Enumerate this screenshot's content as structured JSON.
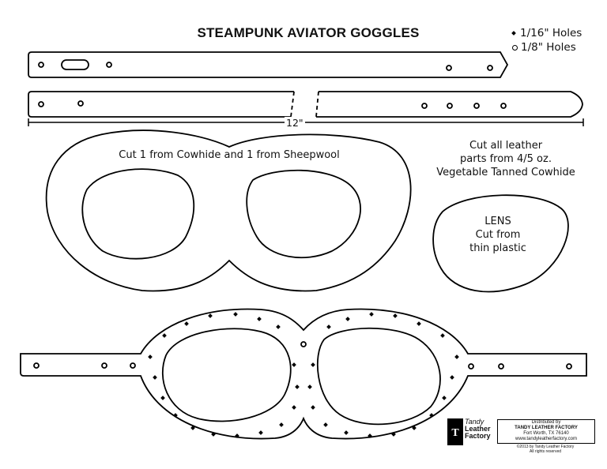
{
  "title": "STEAMPUNK AVIATOR GOGGLES",
  "legend": {
    "small_holes": "1/16\" Holes",
    "large_holes": "1/8\" Holes"
  },
  "strap_measure": "12\"",
  "mask_note": "Cut 1 from Cowhide and 1 from Sheepwool",
  "leather_note": [
    "Cut all leather",
    "parts from 4/5 oz.",
    "Vegetable Tanned Cowhide"
  ],
  "lens_note": [
    "LENS",
    "Cut from",
    "thin plastic"
  ],
  "brand": {
    "logo_top": "Tandy",
    "logo_bottom_1": "Leather",
    "logo_bottom_2": "Factory",
    "distributed": [
      "Distributed by",
      "TANDY LEATHER FACTORY",
      "Fort Worth, TX 76140",
      "www.tandyleatherfactory.com"
    ],
    "copyright": [
      "©2013 by Tandy Leather Factory",
      "All rights reserved"
    ]
  }
}
